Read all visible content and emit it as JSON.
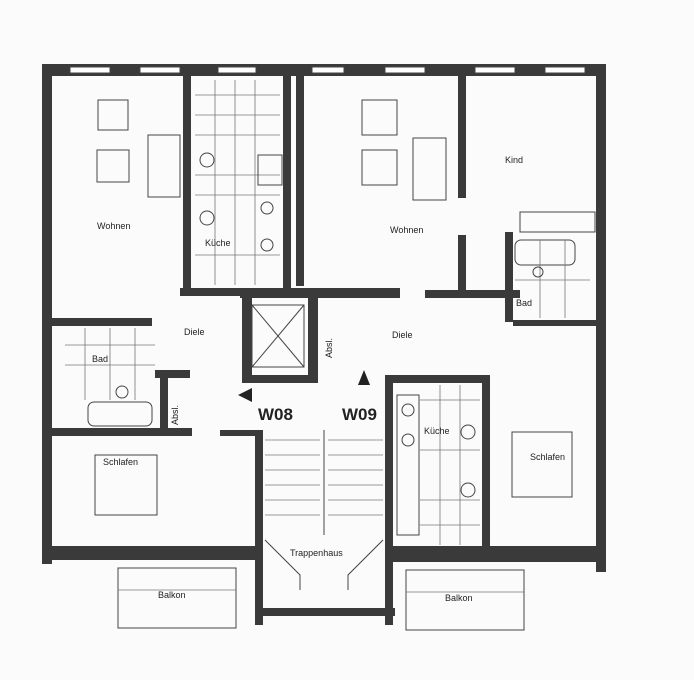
{
  "plan": {
    "units": {
      "left": "W08",
      "right": "W09"
    },
    "rooms": {
      "wohnen_left": "Wohnen",
      "kueche_left": "Küche",
      "wohnen_right": "Wohnen",
      "kind": "Kind",
      "bad_right": "Bad",
      "diele_left": "Diele",
      "diele_right": "Diele",
      "absl_center": "Absl.",
      "absl_left": "Absl.",
      "bad_left": "Bad",
      "kueche_right": "Küche",
      "schlafen_left": "Schlafen",
      "schlafen_right": "Schlafen",
      "treppenhaus": "Trappenhaus",
      "balkon_left": "Balkon",
      "balkon_right": "Balkon"
    },
    "colors": {
      "wall": "#3a3a3a",
      "paper": "#fbfbfb"
    }
  }
}
